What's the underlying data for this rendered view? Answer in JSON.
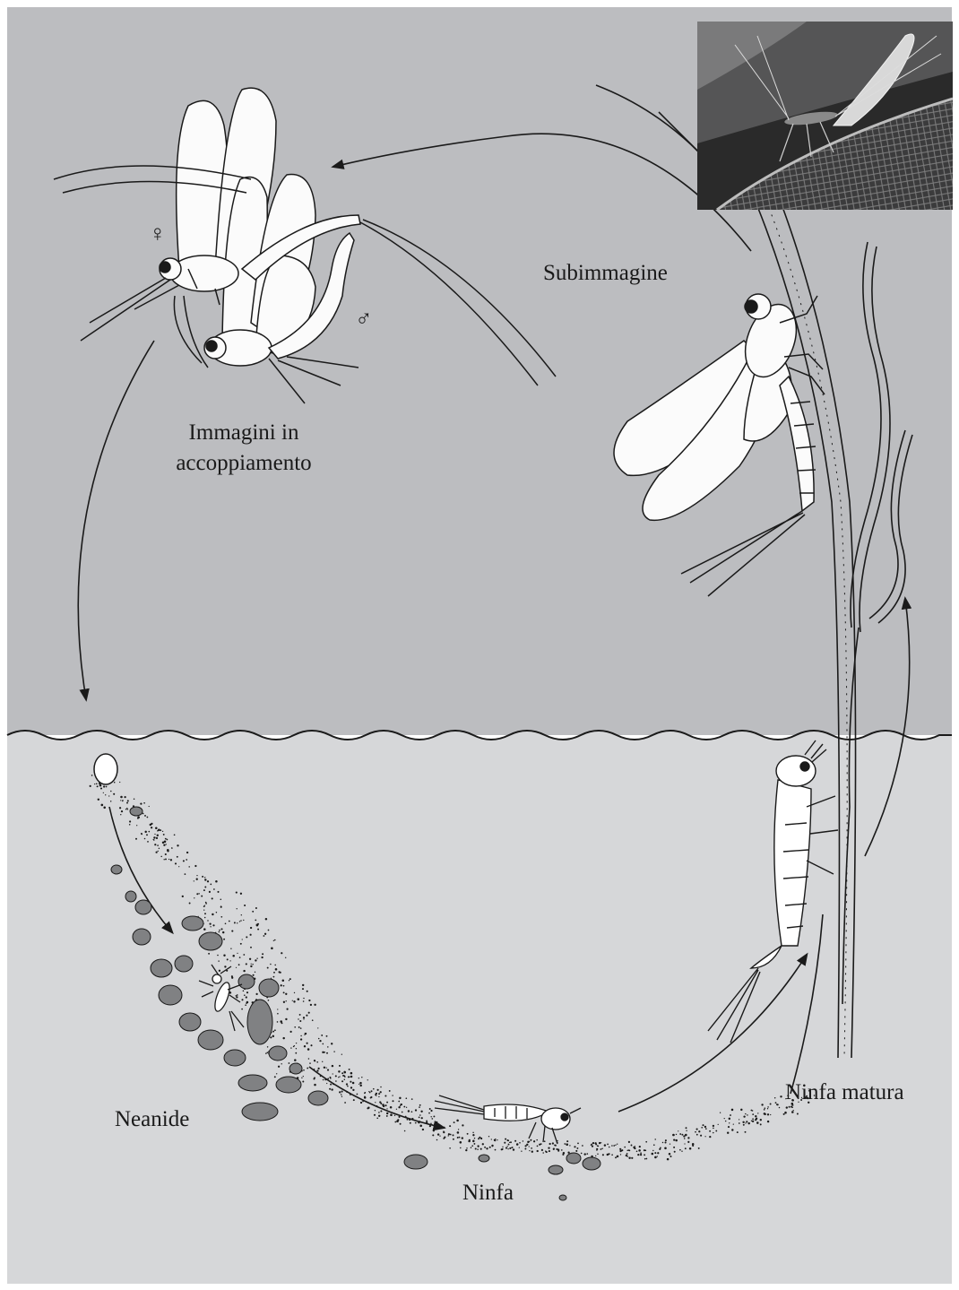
{
  "labels": {
    "subimago": "Subimmagine",
    "imago_line1": "Immagini in",
    "imago_line2": "accoppiamento",
    "neanide": "Neanide",
    "ninfa": "Ninfa",
    "ninfa_matura": "Ninfa matura"
  },
  "symbols": {
    "female": "♀",
    "male": "♂"
  },
  "colors": {
    "air": "#bcbdc0",
    "water": "#d6d7d9",
    "stone": "#808183",
    "ink": "#1a1a1a",
    "wing": "#fbfbfb"
  },
  "photo": {
    "description_icon": "mayfly-photo"
  }
}
